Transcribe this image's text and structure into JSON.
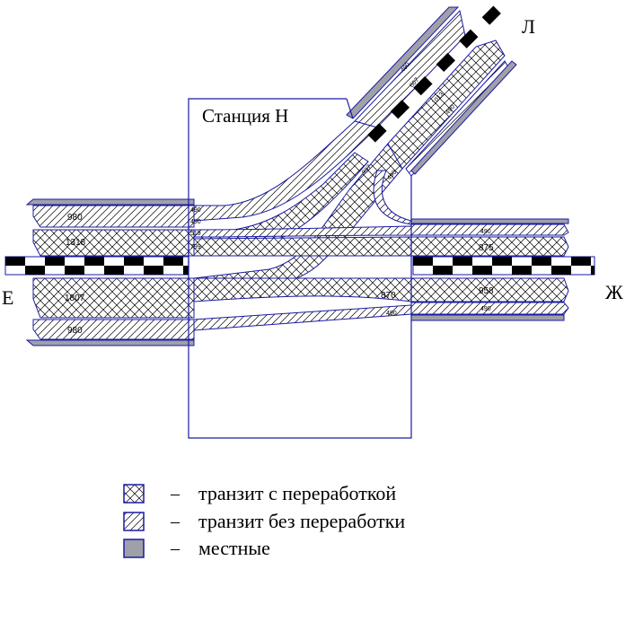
{
  "station": {
    "title": "Станция Н"
  },
  "directions": {
    "E": "Е",
    "Zh": "Ж",
    "L": "Л"
  },
  "flows": {
    "west_top": "980",
    "west_upper": "1318",
    "west_lower": "1807",
    "west_bottom": "980",
    "west_in_1": "490",
    "west_in_2": "490",
    "west_in_3": "519",
    "west_in_4": "799",
    "east_top": "490",
    "east_upper": "875",
    "east_lower": "958",
    "east_bottom": "490",
    "east_in_870": "870",
    "east_in_490": "490",
    "north_a": "607",
    "north_b": "1013",
    "north_c": "937",
    "north_d": "490",
    "north_e": "490",
    "north_f": "490"
  },
  "legend": [
    {
      "label": "транзит с переработкой",
      "pattern": "crosshatch"
    },
    {
      "label": "транзит без переработки",
      "pattern": "diagonal"
    },
    {
      "label": "местные",
      "pattern": "solid",
      "color": "#a0a0a8"
    }
  ],
  "colors": {
    "outline": "#1a1aa6",
    "local_fill": "#a0a0a8",
    "track_dark": "#000000"
  }
}
